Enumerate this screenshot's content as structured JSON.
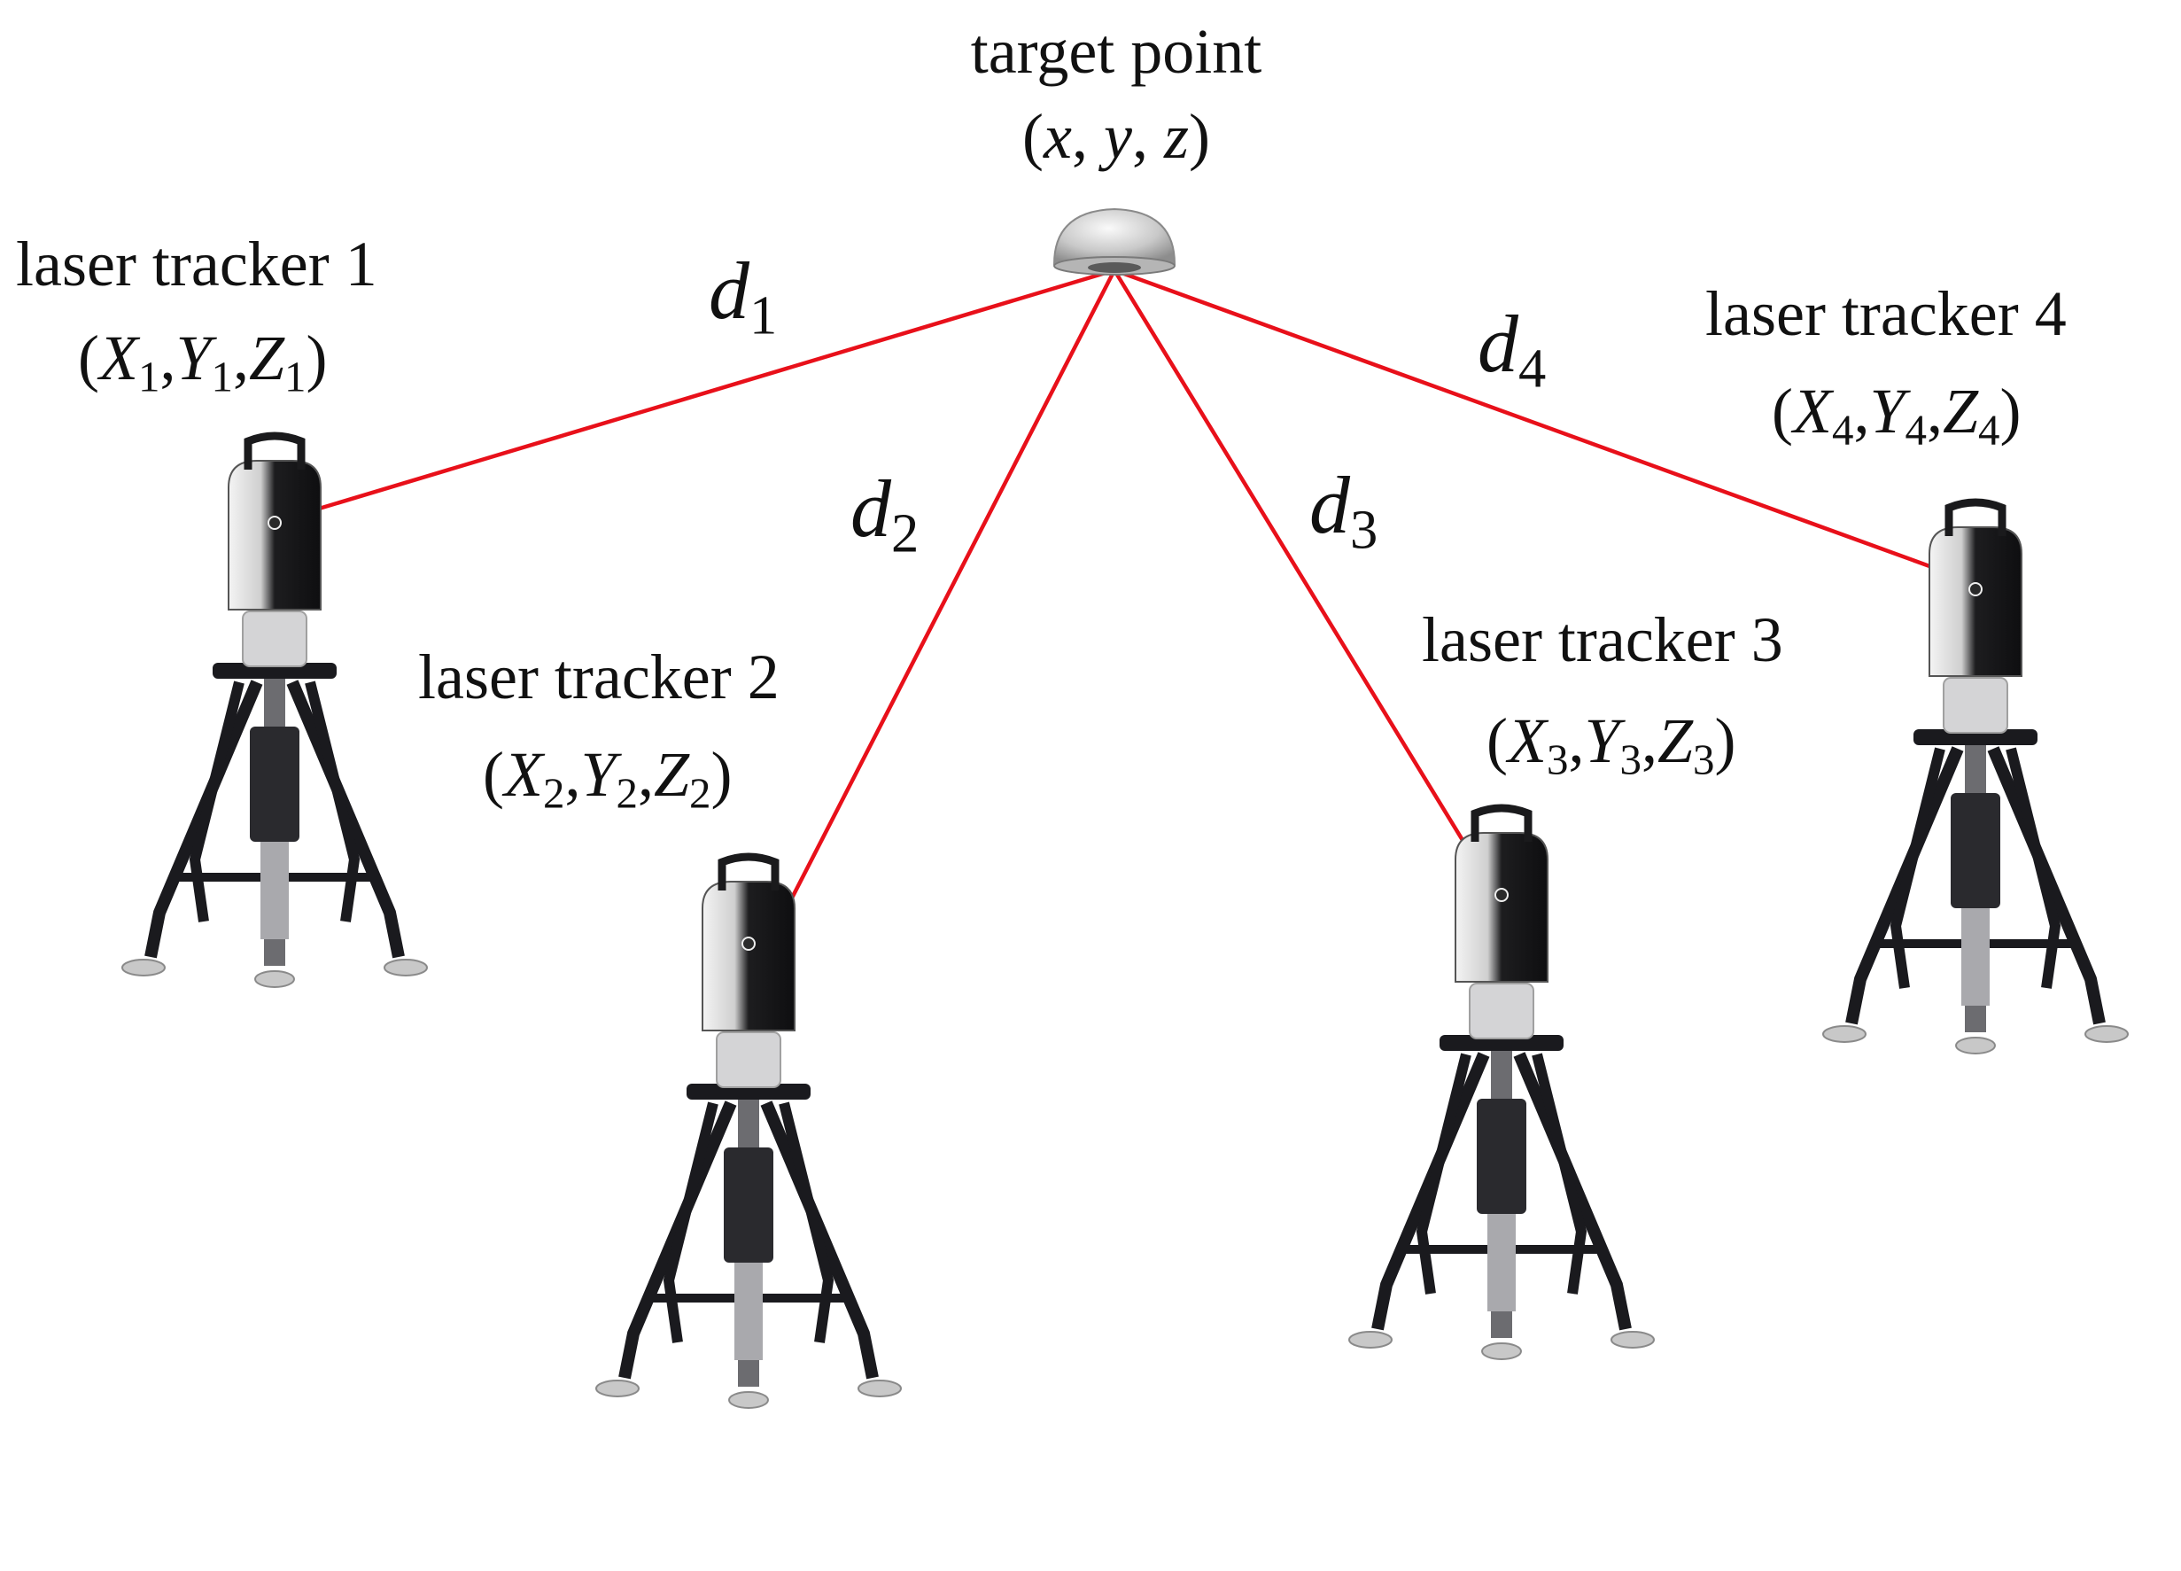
{
  "target": {
    "label": "target point",
    "coords": {
      "open": "(",
      "a": "x",
      "b": "y",
      "c": "z",
      "sep1": ", ",
      "sep2": ", ",
      "close": ")"
    }
  },
  "trackers": [
    {
      "label": "laser tracker 1",
      "X": "X",
      "Y": "Y",
      "Z": "Z",
      "sub": "1"
    },
    {
      "label": "laser tracker 2",
      "X": "X",
      "Y": "Y",
      "Z": "Z",
      "sub": "2"
    },
    {
      "label": "laser tracker 3",
      "X": "X",
      "Y": "Y",
      "Z": "Z",
      "sub": "3"
    },
    {
      "label": "laser tracker 4",
      "X": "X",
      "Y": "Y",
      "Z": "Z",
      "sub": "4"
    }
  ],
  "distances": [
    {
      "letter": "d",
      "sub": "1"
    },
    {
      "letter": "d",
      "sub": "2"
    },
    {
      "letter": "d",
      "sub": "3"
    },
    {
      "letter": "d",
      "sub": "4"
    }
  ],
  "colors": {
    "beam": "#e8101a",
    "tripod": "#1a1a1e",
    "head": "#d9d9d9"
  },
  "punct": {
    "open": "(",
    "comma": ",",
    "close": ")"
  }
}
